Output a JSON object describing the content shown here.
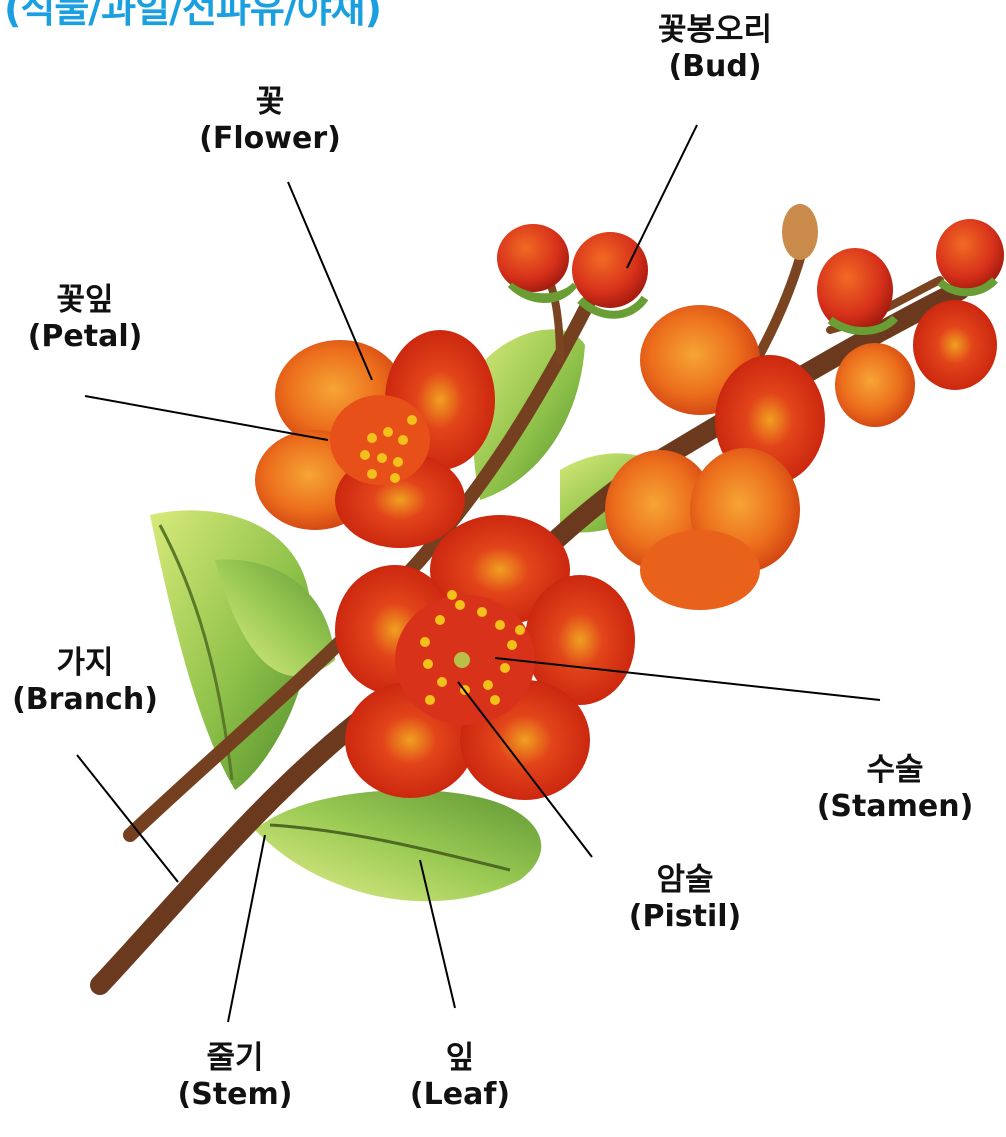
{
  "title": "(식물/과일/전파유/야채)",
  "labels": {
    "flower": {
      "ko": "꽃",
      "en": "(Flower)"
    },
    "bud": {
      "ko": "꽃봉오리",
      "en": "(Bud)"
    },
    "petal": {
      "ko": "꽃잎",
      "en": "(Petal)"
    },
    "branch": {
      "ko": "가지",
      "en": "(Branch)"
    },
    "stamen": {
      "ko": "수술",
      "en": "(Stamen)"
    },
    "pistil": {
      "ko": "암술",
      "en": "(Pistil)"
    },
    "stem": {
      "ko": "줄기",
      "en": "(Stem)"
    },
    "leaf": {
      "ko": "잎",
      "en": "(Leaf)"
    }
  },
  "colors": {
    "title": "#1aa0e0",
    "petal_red": "#d62a12",
    "petal_orange": "#ee7a1c",
    "leaf_green": "#8fc24a",
    "branch_brown": "#6b3a1e",
    "stamen_yellow": "#f2c21a",
    "leader_line": "#000000"
  }
}
